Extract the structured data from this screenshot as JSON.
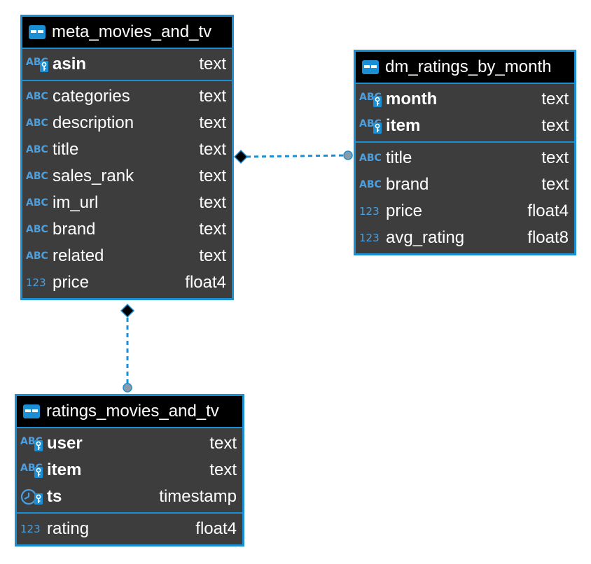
{
  "colors": {
    "accent": "#1a8fd3",
    "table_body": "#3d3d3d",
    "table_header": "#000000",
    "text": "#ffffff",
    "icon": "#4aa0e0"
  },
  "tables": {
    "meta": {
      "name": "meta_movies_and_tv",
      "keys": [
        {
          "name": "asin",
          "type": "text",
          "icon": "key-text-icon"
        }
      ],
      "columns": [
        {
          "name": "categories",
          "type": "text",
          "icon": "text-type-icon"
        },
        {
          "name": "description",
          "type": "text",
          "icon": "text-type-icon"
        },
        {
          "name": "title",
          "type": "text",
          "icon": "text-type-icon"
        },
        {
          "name": "sales_rank",
          "type": "text",
          "icon": "text-type-icon"
        },
        {
          "name": "im_url",
          "type": "text",
          "icon": "text-type-icon"
        },
        {
          "name": "brand",
          "type": "text",
          "icon": "text-type-icon"
        },
        {
          "name": "related",
          "type": "text",
          "icon": "text-type-icon"
        },
        {
          "name": "price",
          "type": "float4",
          "icon": "numeric-type-icon"
        }
      ]
    },
    "dm": {
      "name": "dm_ratings_by_month",
      "keys": [
        {
          "name": "month",
          "type": "text",
          "icon": "key-text-icon"
        },
        {
          "name": "item",
          "type": "text",
          "icon": "key-text-icon"
        }
      ],
      "columns": [
        {
          "name": "title",
          "type": "text",
          "icon": "text-type-icon"
        },
        {
          "name": "brand",
          "type": "text",
          "icon": "text-type-icon"
        },
        {
          "name": "price",
          "type": "float4",
          "icon": "numeric-type-icon"
        },
        {
          "name": "avg_rating",
          "type": "float8",
          "icon": "numeric-type-icon"
        }
      ]
    },
    "ratings": {
      "name": "ratings_movies_and_tv",
      "keys": [
        {
          "name": "user",
          "type": "text",
          "icon": "key-text-icon"
        },
        {
          "name": "item",
          "type": "text",
          "icon": "key-text-icon"
        },
        {
          "name": "ts",
          "type": "timestamp",
          "icon": "key-timestamp-icon"
        }
      ],
      "columns": [
        {
          "name": "rating",
          "type": "float4",
          "icon": "numeric-type-icon"
        }
      ]
    }
  },
  "icon_glyphs": {
    "text": "ABC",
    "numeric": "123"
  }
}
